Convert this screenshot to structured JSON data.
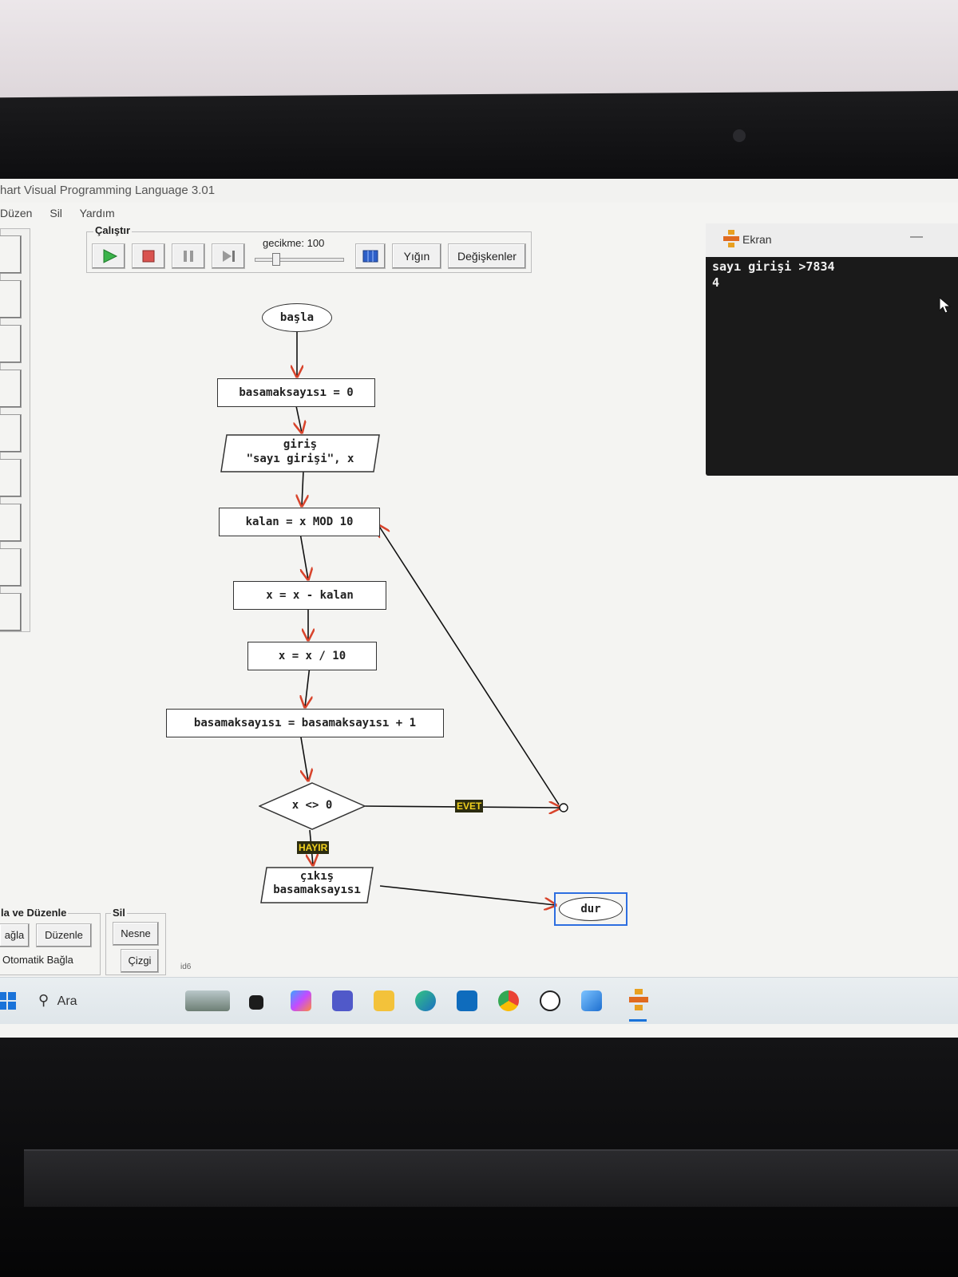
{
  "window": {
    "title": "hart Visual Programming Language 3.01",
    "menu": [
      "Düzen",
      "Sil",
      "Yardım"
    ]
  },
  "run_panel": {
    "legend": "Çalıştır",
    "delay_label": "gecikme: 100",
    "stack_label": "Yığın",
    "variables_label": "Değişkenler"
  },
  "flowchart": {
    "start": "başla",
    "assign_zero": "basamaksayısı = 0",
    "input_keyword": "giriş",
    "input_args": "\"sayı girişi\", x",
    "mod": "kalan = x MOD 10",
    "subtract": "x = x - kalan",
    "divide": "x = x / 10",
    "increment": "basamaksayısı = basamaksayısı + 1",
    "condition": "x <> 0",
    "yes_label": "EVET",
    "no_label": "HAYIR",
    "output_keyword": "çıkış",
    "output_arg": "basamaksayısı",
    "stop": "dur"
  },
  "console_window": {
    "title": "Ekran",
    "lines": [
      "sayı girişi >7834",
      "4"
    ]
  },
  "bottom_panels": {
    "connect_legend": "la ve Düzenle",
    "connect_button": "ağla",
    "edit_button": "Düzenle",
    "auto_connect": "Otomatik Bağla",
    "delete_legend": "Sil",
    "object_button": "Nesne",
    "line_button": "Çizgi",
    "id_label": "id6"
  },
  "taskbar": {
    "search_label": "Ara"
  },
  "colors": {
    "arrow": "#d8442c",
    "badge_bg": "#2c2c10",
    "badge_fg": "#f2d21e",
    "selected_border": "#2d6ee0"
  }
}
